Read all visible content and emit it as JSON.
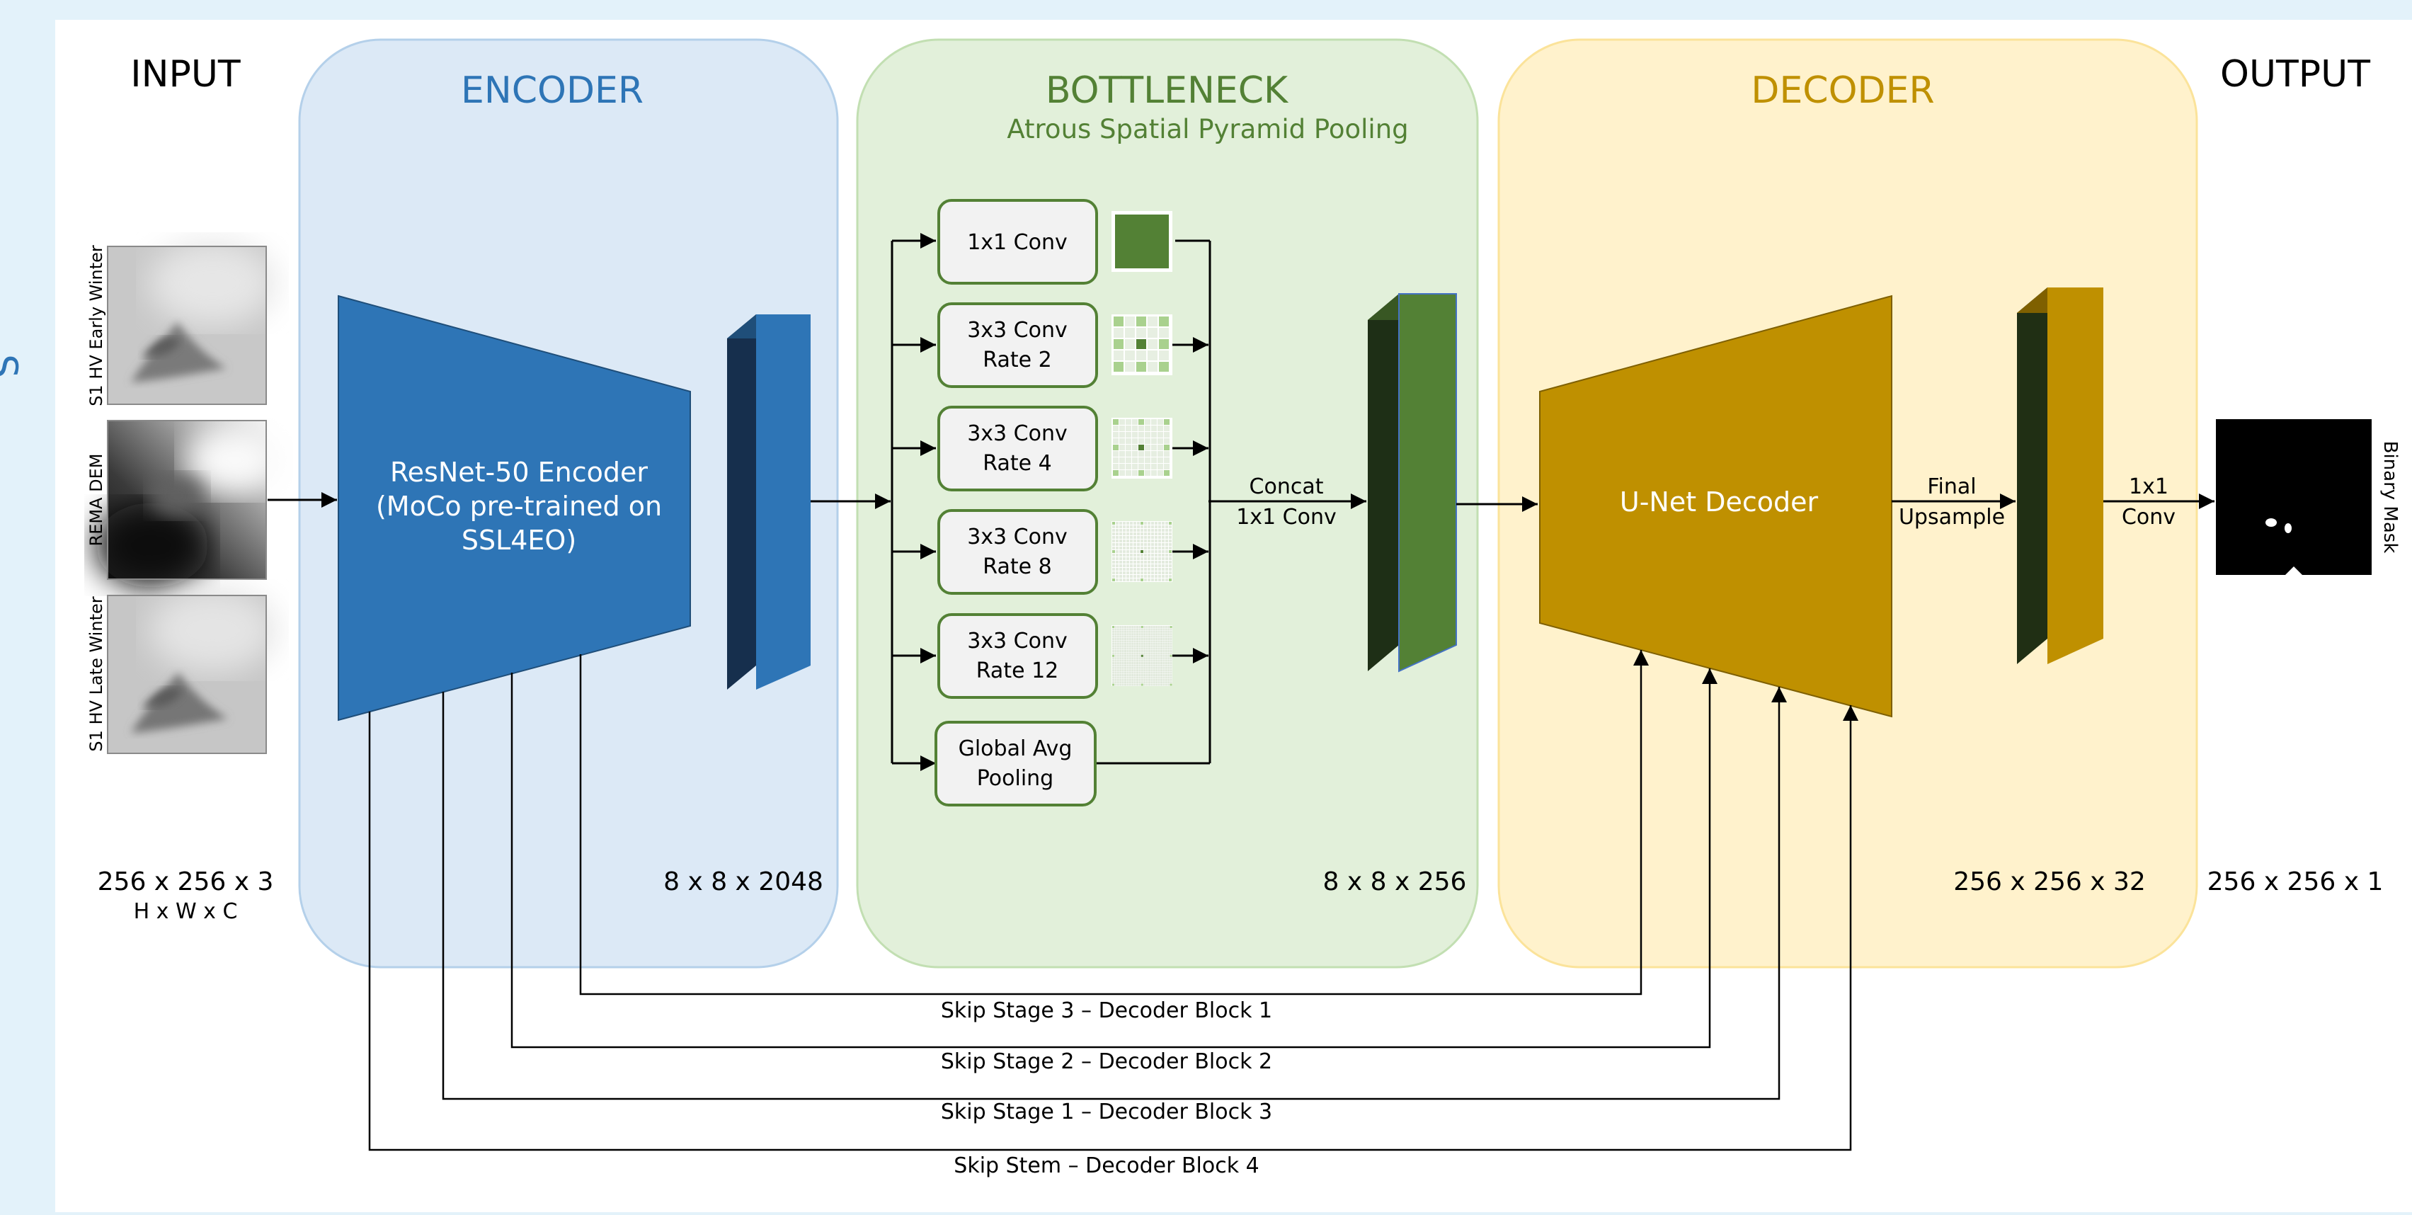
{
  "left_edge_glyph": "S",
  "colors": {
    "page_bg": "#e3f2fa",
    "canvas_bg": "#ffffff",
    "encoder_panel": "#dce9f6",
    "encoder_panel_border": "#b4d0ea",
    "bottleneck_panel": "#e2f0da",
    "bottleneck_panel_border": "#c2dfb2",
    "decoder_panel": "#fff2cc",
    "decoder_panel_border": "#fbe39a",
    "encoder_accent": "#2e75b6",
    "bottleneck_accent": "#538135",
    "decoder_accent": "#bf9000",
    "text": "#000000"
  },
  "sections": {
    "input": "INPUT",
    "encoder": "ENCODER",
    "bottleneck": "BOTTLENECK",
    "bottleneck_subtitle": "Atrous Spatial Pyramid Pooling",
    "decoder": "DECODER",
    "output": "OUTPUT"
  },
  "input_images": [
    {
      "label": "S1 HV Early Winter"
    },
    {
      "label": "REMA DEM"
    },
    {
      "label": "S1 HV Late Winter"
    }
  ],
  "encoder_block": {
    "line1": "ResNet-50 Encoder",
    "line2": "(MoCo pre-trained on",
    "line3": "SSL4EO)"
  },
  "aspp_branches": [
    {
      "line1": "1x1 Conv",
      "line2": ""
    },
    {
      "line1": "3x3 Conv",
      "line2": "Rate 2"
    },
    {
      "line1": "3x3 Conv",
      "line2": "Rate 4"
    },
    {
      "line1": "3x3 Conv",
      "line2": "Rate 8"
    },
    {
      "line1": "3x3 Conv",
      "line2": "Rate 12"
    },
    {
      "line1": "Global Avg",
      "line2": "Pooling"
    }
  ],
  "concat_label": {
    "line1": "Concat",
    "line2": "1x1 Conv"
  },
  "decoder_block": {
    "label": "U-Net Decoder"
  },
  "final_upsample": {
    "line1": "Final",
    "line2": "Upsample"
  },
  "final_conv": {
    "line1": "1x1",
    "line2": "Conv"
  },
  "output_label": "Binary Mask",
  "dims": {
    "input": "256 x 256 x 3",
    "input_axes": "H x W x C",
    "encoder": "8 x 8 x 2048",
    "bottleneck": "8 x 8 x 256",
    "decoder": "256 x 256 x 32",
    "output": "256 x 256 x 1"
  },
  "skips": [
    {
      "label": "Skip Stage 3 – Decoder Block 1"
    },
    {
      "label": "Skip Stage 2 – Decoder Block 2"
    },
    {
      "label": "Skip Stage 1 – Decoder Block 3"
    },
    {
      "label": "Skip Stem – Decoder Block 4"
    }
  ]
}
